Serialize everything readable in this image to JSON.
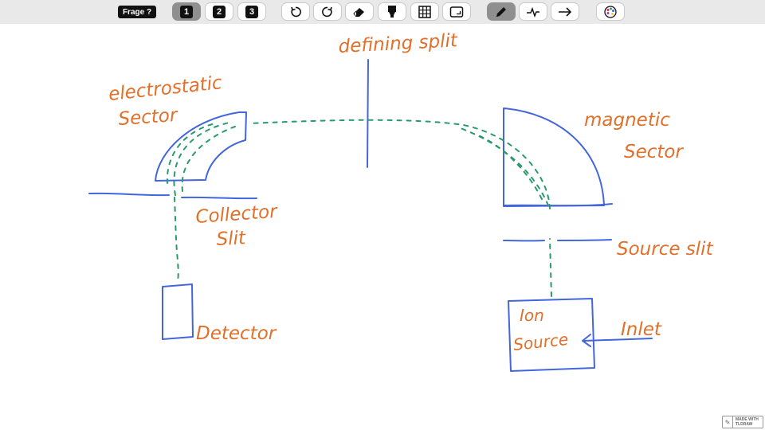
{
  "toolbar": {
    "frage_label": "Frage ?",
    "pages": [
      "1",
      "2",
      "3"
    ],
    "active_page": "1",
    "tools": [
      "undo-icon",
      "redo-icon",
      "eraser-icon",
      "highlighter-icon",
      "grid-icon",
      "frame-icon",
      "pen-icon",
      "line-icon",
      "arrow-icon",
      "color-palette-icon"
    ],
    "active_tool": "pen-icon"
  },
  "drawing": {
    "stroke_colors": {
      "blue": "#4466dd",
      "green": "#2a9a6a",
      "orange": "#e0702a"
    },
    "labels": {
      "defining_slit": "defining split",
      "electrostatic_1": "electrostatic",
      "electrostatic_2": "Sector",
      "magnetic_1": "magnetic",
      "magnetic_2": "Sector",
      "collector_1": "Collector",
      "collector_2": "Slit",
      "source_slit": "Source slit",
      "detector": "Detector",
      "ion_1": "Ion",
      "ion_2": "Source",
      "inlet": "Inlet"
    }
  },
  "badge": {
    "line1": "MADE WITH",
    "line2": "TLDRAW"
  }
}
